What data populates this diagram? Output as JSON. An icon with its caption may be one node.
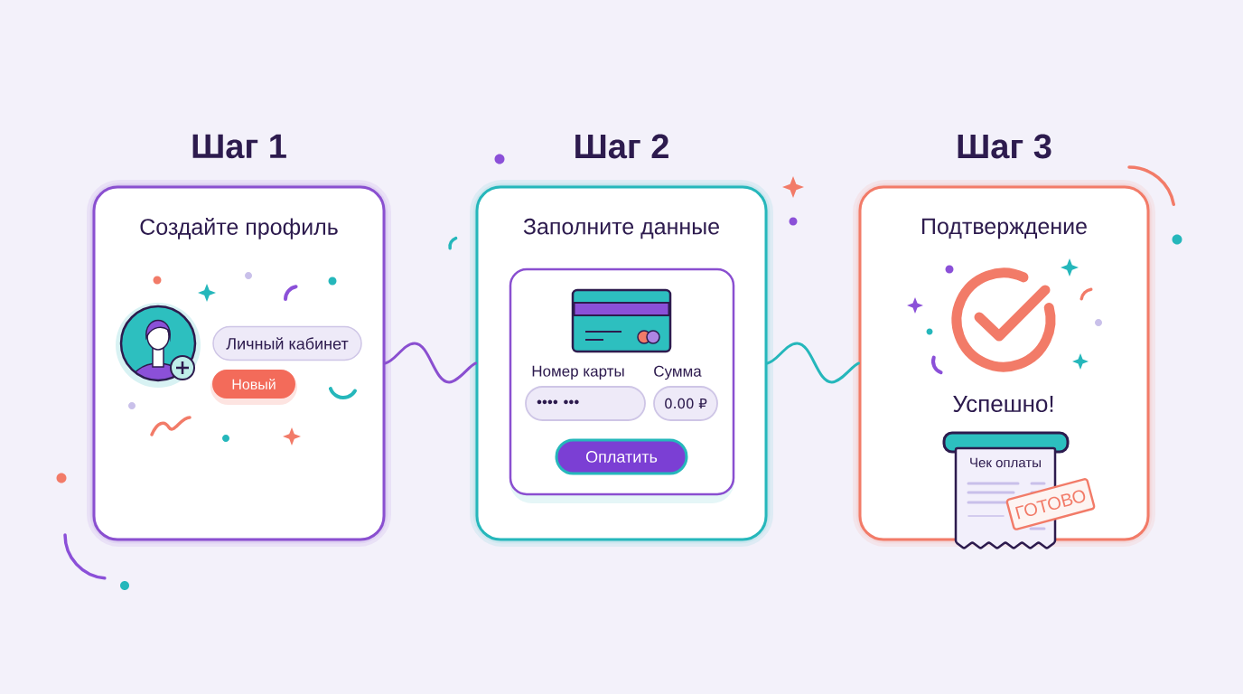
{
  "diagram": {
    "nodes": [
      {
        "text": [
          "Шаг 1",
          "Создайте профиль"
        ]
      },
      {
        "text": [
          "Личный кабинет"
        ],
        "in": 0
      },
      {
        "text": [
          "Новый"
        ],
        "in": 0
      },
      {
        "text": [
          "Шаг 2",
          "Заполните данные"
        ]
      },
      {
        "text": [],
        "shape": "box",
        "in": 3
      },
      {
        "text": [
          "•••• •••"
        ],
        "beside": [
          "Номер карты"
        ],
        "in": 4
      },
      {
        "text": [
          "0.00 ₽"
        ],
        "beside": [
          "Сумма"
        ],
        "in": 4
      },
      {
        "text": [
          "Оплатить"
        ],
        "in": 4
      },
      {
        "text": [
          "Шаг 3",
          "Подтверждение"
        ]
      },
      {
        "text": [
          "Чек оплаты"
        ]
      },
      {
        "text": [
          "ГОТОВО"
        ],
        "in": 8
      }
    ],
    "edges": [
      {
        "from": 0,
        "to": 3,
        "arrow": "none",
        "color": "#8a4fd0"
      },
      {
        "from": 3,
        "to": 8,
        "arrow": "none",
        "color": "#25b7bb"
      }
    ],
    "labels": [
      "Успешно!"
    ]
  }
}
